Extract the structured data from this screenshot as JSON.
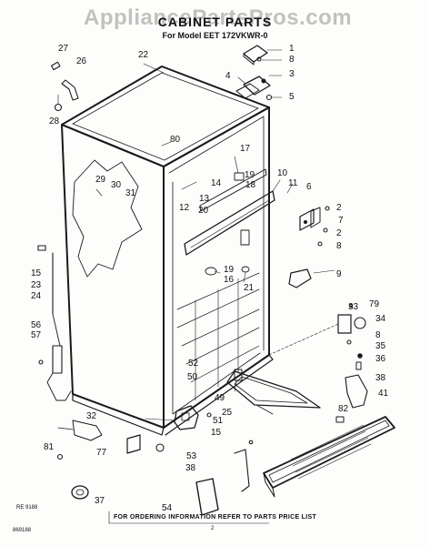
{
  "watermark": "AppliancePartsPros.com",
  "title": "CABINET PARTS",
  "subtitle": "For Model EET 172VKWR-0",
  "footer": "FOR ORDERING INFORMATION REFER TO PARTS PRICE LIST",
  "codes": {
    "left_mid": "RE 9188",
    "left_bottom": "869188",
    "page": "2"
  },
  "callouts": [
    {
      "id": "c1",
      "text": "1"
    },
    {
      "id": "c8a",
      "text": "8"
    },
    {
      "id": "c3",
      "text": "3"
    },
    {
      "id": "c4",
      "text": "4"
    },
    {
      "id": "c5",
      "text": "5"
    },
    {
      "id": "c27",
      "text": "27"
    },
    {
      "id": "c26",
      "text": "26"
    },
    {
      "id": "c28",
      "text": "28"
    },
    {
      "id": "c22",
      "text": "22"
    },
    {
      "id": "c80",
      "text": "80"
    },
    {
      "id": "c17",
      "text": "17"
    },
    {
      "id": "c14",
      "text": "14"
    },
    {
      "id": "c19a",
      "text": "19"
    },
    {
      "id": "c18",
      "text": "18"
    },
    {
      "id": "c10",
      "text": "10"
    },
    {
      "id": "c11",
      "text": "11"
    },
    {
      "id": "c6",
      "text": "6"
    },
    {
      "id": "c2a",
      "text": "2"
    },
    {
      "id": "c7",
      "text": "7"
    },
    {
      "id": "c2b",
      "text": "2"
    },
    {
      "id": "c8b",
      "text": "8"
    },
    {
      "id": "c29",
      "text": "29"
    },
    {
      "id": "c30",
      "text": "30"
    },
    {
      "id": "c31",
      "text": "31"
    },
    {
      "id": "c13",
      "text": "13"
    },
    {
      "id": "c12",
      "text": "12"
    },
    {
      "id": "c20",
      "text": "20"
    },
    {
      "id": "c9",
      "text": "9"
    },
    {
      "id": "c19b",
      "text": "19"
    },
    {
      "id": "c16",
      "text": "16"
    },
    {
      "id": "c21",
      "text": "21"
    },
    {
      "id": "c15a",
      "text": "15"
    },
    {
      "id": "c23",
      "text": "23"
    },
    {
      "id": "c24",
      "text": "24"
    },
    {
      "id": "c33",
      "text": "33"
    },
    {
      "id": "c79",
      "text": "79"
    },
    {
      "id": "c34",
      "text": "34"
    },
    {
      "id": "c8c",
      "text": "8"
    },
    {
      "id": "c35",
      "text": "35"
    },
    {
      "id": "c36",
      "text": "36"
    },
    {
      "id": "c56",
      "text": "56"
    },
    {
      "id": "c57",
      "text": "57"
    },
    {
      "id": "c52",
      "text": "52"
    },
    {
      "id": "c50",
      "text": "50"
    },
    {
      "id": "c49",
      "text": "49"
    },
    {
      "id": "c38a",
      "text": "38"
    },
    {
      "id": "c41",
      "text": "41"
    },
    {
      "id": "c82",
      "text": "82"
    },
    {
      "id": "c32",
      "text": "32"
    },
    {
      "id": "c51",
      "text": "51"
    },
    {
      "id": "c15b",
      "text": "15"
    },
    {
      "id": "c25",
      "text": "25"
    },
    {
      "id": "c81",
      "text": "81"
    },
    {
      "id": "c77",
      "text": "77"
    },
    {
      "id": "c53",
      "text": "53"
    },
    {
      "id": "c37",
      "text": "37"
    },
    {
      "id": "c38b",
      "text": "38"
    },
    {
      "id": "c54",
      "text": "54"
    }
  ]
}
